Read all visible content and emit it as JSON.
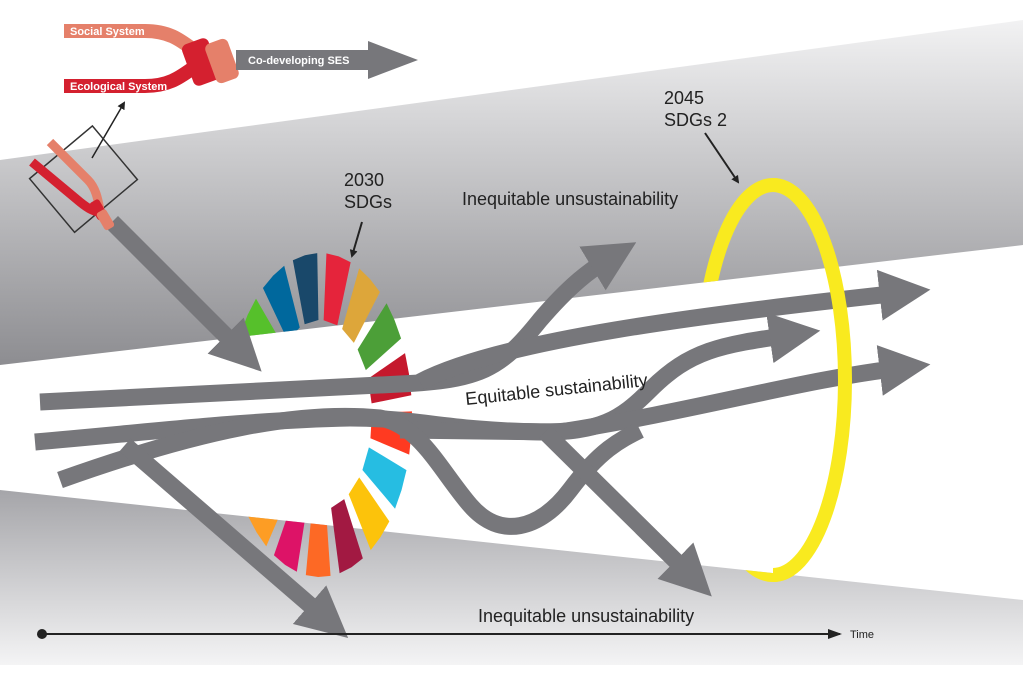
{
  "legend": {
    "social": "Social System",
    "ecological": "Ecological System",
    "codeveloping": "Co-developing SES"
  },
  "labels": {
    "sdg2030_year": "2030",
    "sdg2030_name": "SDGs",
    "sdg2045_year": "2045",
    "sdg2045_name": "SDGs 2",
    "top_outcome": "Inequitable unsustainability",
    "middle_outcome": "Equitable sustainability",
    "bottom_outcome": "Inequitable unsustainability",
    "time": "Time"
  },
  "colors": {
    "arrow": "#77777b",
    "social": "#e5806a",
    "ecological": "#d4202f",
    "ring2045": "#f9ea1f",
    "sdg": [
      "#e5243b",
      "#dda63a",
      "#4c9f38",
      "#c5192d",
      "#ff3a21",
      "#26bde2",
      "#fcc30b",
      "#a21942",
      "#fd6925",
      "#dd1367",
      "#fd9d24",
      "#bf8b2e",
      "#3f7e44",
      "#0a97d9",
      "#56c02b",
      "#00689d",
      "#19486a"
    ]
  }
}
